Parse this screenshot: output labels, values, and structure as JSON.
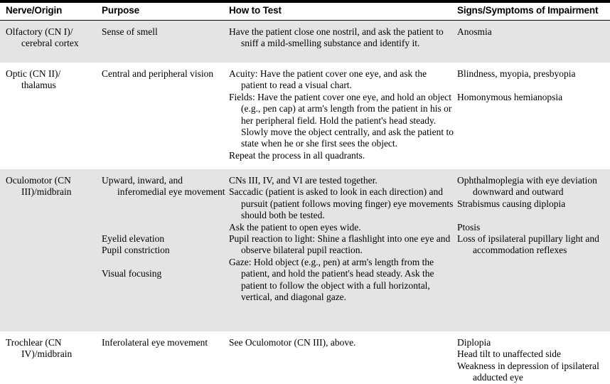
{
  "table": {
    "headers": [
      "Nerve/Origin",
      "Purpose",
      "How to Test",
      "Signs/Symptoms of Impairment"
    ],
    "colors": {
      "shaded_row_bg": "#e5e4e2",
      "plain_row_bg": "#ffffff",
      "rule": "#000000",
      "text": "#000000"
    },
    "rows": [
      {
        "shaded": true,
        "nerve": [
          "Olfactory (CN I)/",
          "cerebral cortex"
        ],
        "purpose": [
          "Sense of smell"
        ],
        "how_to_test": [
          "Have the patient close one nostril, and ask the patient to sniff a mild-smelling substance and identify it."
        ],
        "signs": [
          "Anosmia"
        ]
      },
      {
        "shaded": false,
        "nerve": [
          "Optic (CN II)/",
          "thalamus"
        ],
        "purpose": [
          "Central and peripheral vision"
        ],
        "how_to_test": [
          "Acuity: Have the patient cover one eye, and ask the patient to read a visual chart.",
          "Fields: Have the patient cover one eye, and hold an object (e.g., pen cap) at arm's length from the patient in his or her peripheral field. Hold the patient's head steady. Slowly move the object centrally, and ask the patient to state when he or she first sees the object.",
          "Repeat the process in all quadrants."
        ],
        "signs": [
          "Blindness, myopia, presbyopia",
          "Homonymous hemianopsia"
        ]
      },
      {
        "shaded": true,
        "nerve": [
          "Oculomotor (CN",
          "III)/midbrain"
        ],
        "purpose": [
          "Upward, inward, and inferomedial eye movement",
          "Eyelid elevation",
          "Pupil constriction",
          "Visual focusing"
        ],
        "how_to_test": [
          "CNs III, IV, and VI are tested together.",
          "Saccadic (patient is asked to look in each direction) and pursuit (patient follows moving finger) eye movements should both be tested.",
          "Ask the patient to open eyes wide.",
          "Pupil reaction to light: Shine a flashlight into one eye and observe bilateral pupil reaction.",
          "Gaze: Hold object (e.g., pen) at arm's length from the patient, and hold the patient's head steady. Ask the patient to follow the object with a full horizontal, vertical, and diagonal gaze."
        ],
        "signs": [
          "Ophthalmoplegia with eye deviation downward and outward",
          "Strabismus causing diplopia",
          "Ptosis",
          "Loss of ipsilateral pupillary light and accommodation reflexes"
        ]
      },
      {
        "shaded": false,
        "nerve": [
          "Trochlear (CN",
          "IV)/midbrain"
        ],
        "purpose": [
          "Inferolateral eye movement"
        ],
        "how_to_test": [
          "See Oculomotor (CN III), above."
        ],
        "signs": [
          "Diplopia",
          "Head tilt to unaffected side",
          "Weakness in depression of ipsilateral adducted eye"
        ]
      }
    ]
  }
}
